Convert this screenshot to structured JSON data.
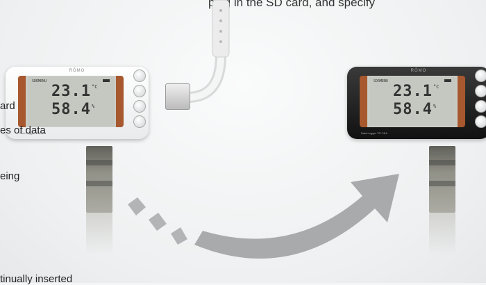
{
  "caption": "plug in the SD card, and specify",
  "notes": [
    "ard",
    "es of data",
    "eing",
    "tinually inserted"
  ],
  "logger": {
    "brand": "RŌMO",
    "tag": "SDRMENU",
    "temperature": "23.1",
    "temp_unit": "°C",
    "humidity": "58.4",
    "hum_unit": "%",
    "strip": "Data Logger TR-74Ui"
  },
  "colors": {
    "accent": "#a7582e",
    "arrow": "#a9aaab"
  }
}
